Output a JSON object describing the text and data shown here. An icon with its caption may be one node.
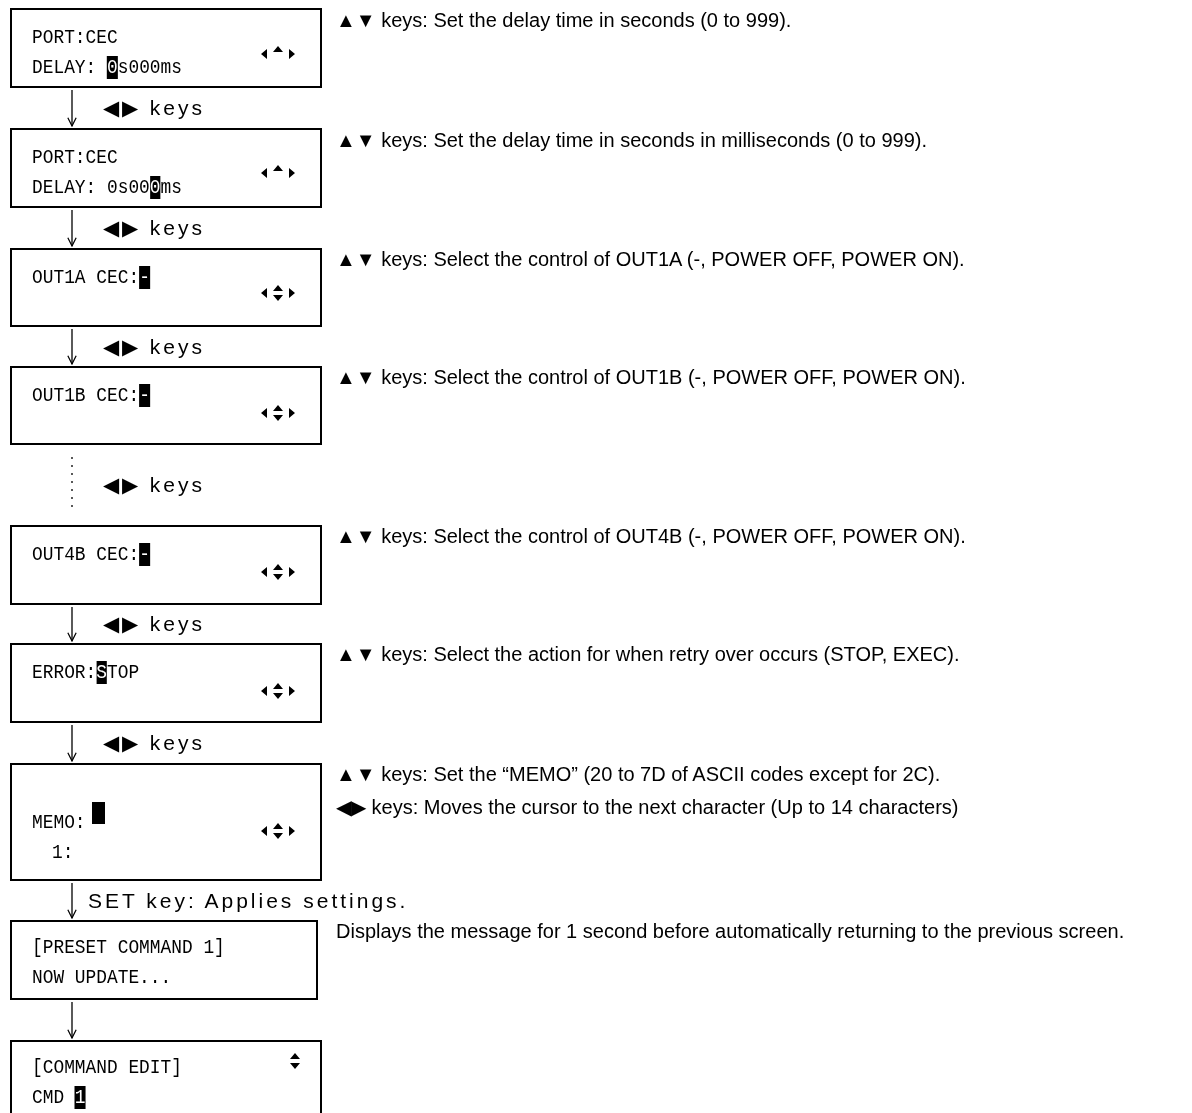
{
  "diagram": {
    "nodes": [
      {
        "text": [
          "PORT:CEC",
          "DELAY: 0s000ms"
        ],
        "beside": [
          "▲▼ keys: Set the delay time in seconds (0 to 999)."
        ]
      },
      {
        "text": [
          "PORT:CEC",
          "DELAY: 0s000ms"
        ],
        "beside": [
          "▲▼ keys: Set the delay time in seconds in milliseconds (0 to 999)."
        ]
      },
      {
        "text": [
          "OUT1A CEC:-"
        ],
        "beside": [
          "▲▼ keys: Select the control of OUT1A (-, POWER OFF, POWER ON)."
        ]
      },
      {
        "text": [
          "OUT1B CEC:-"
        ],
        "beside": [
          "▲▼ keys: Select the control of OUT1B (-, POWER OFF, POWER ON)."
        ]
      },
      {
        "text": [
          "OUT4B CEC:-"
        ],
        "beside": [
          "▲▼ keys: Select the control of OUT4B (-, POWER OFF, POWER ON)."
        ]
      },
      {
        "text": [
          "ERROR:STOP"
        ],
        "beside": [
          "▲▼ keys: Select the action for when retry over occurs (STOP, EXEC)."
        ]
      },
      {
        "text": [
          "MEMO:",
          "1:"
        ],
        "beside": [
          "▲▼ keys: Set the “MEMO” (20 to 7D of ASCII codes except for 2C).",
          "◀▶ keys: Moves the cursor to the next character (Up to 14 characters)"
        ]
      },
      {
        "text": [
          "[PRESET COMMAND 1]",
          "NOW UPDATE..."
        ],
        "beside": [
          "Displays the message for 1 second before automatically returning to the previous screen."
        ]
      },
      {
        "text": [
          "[COMMAND EDIT]",
          "CMD 1"
        ]
      }
    ],
    "edges": [
      {
        "from": 0,
        "to": 1,
        "arrow": "to",
        "label": "◀▶ keys"
      },
      {
        "from": 1,
        "to": 2,
        "arrow": "to",
        "label": "◀▶ keys"
      },
      {
        "from": 2,
        "to": 3,
        "arrow": "to",
        "label": "◀▶ keys"
      },
      {
        "from": 3,
        "to": 4,
        "arrow": "none",
        "label": "◀▶ keys",
        "style": "dashed"
      },
      {
        "from": 4,
        "to": 5,
        "arrow": "to",
        "label": "◀▶ keys"
      },
      {
        "from": 5,
        "to": 6,
        "arrow": "to",
        "label": "◀▶ keys"
      },
      {
        "from": 6,
        "to": 7,
        "arrow": "to",
        "label": "SET key: Applies settings."
      },
      {
        "from": 7,
        "to": 8,
        "arrow": "to"
      }
    ]
  }
}
